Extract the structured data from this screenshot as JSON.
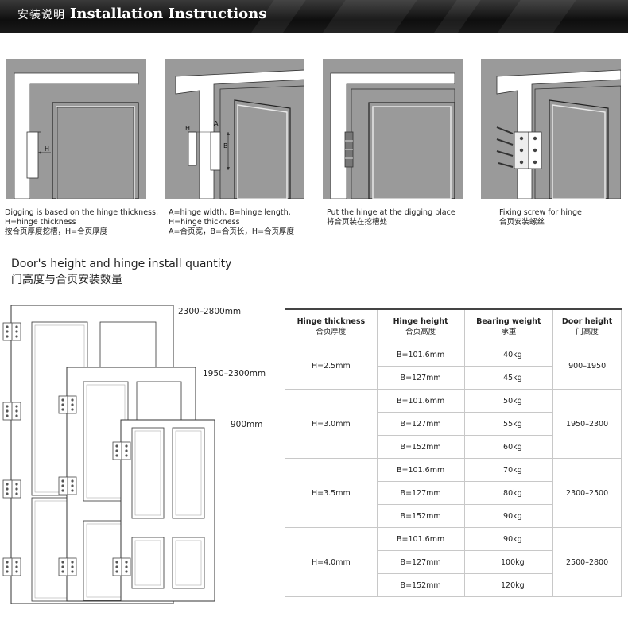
{
  "banner": {
    "title_cn": "安装说明",
    "title_en": "Installation Instructions"
  },
  "steps": [
    {
      "lines": [
        "Digging is based on the hinge thickness,",
        "H=hinge thickness",
        "按合页厚度挖槽，H=合页厚度"
      ],
      "labels": [
        "H"
      ]
    },
    {
      "lines": [
        "A=hinge width, B=hinge length,",
        "H=hinge thickness",
        "A=合页宽，B=合页长，H=合页厚度"
      ],
      "labels": [
        "H",
        "A",
        "B"
      ]
    },
    {
      "lines": [
        "Put the hinge at the digging place",
        "将合页装在挖槽处"
      ]
    },
    {
      "lines": [
        "Fixing screw for hinge",
        "合页安装螺丝"
      ]
    }
  ],
  "quantity": {
    "title_en": "Door's height and hinge install quantity",
    "title_cn": "门高度与合页安装数量",
    "doors": [
      "2300–2800mm",
      "1950–2300mm",
      "900mm"
    ]
  },
  "table": {
    "headers": [
      {
        "en": "Hinge thickness",
        "cn": "合页厚度"
      },
      {
        "en": "Hinge height",
        "cn": "合页高度"
      },
      {
        "en": "Bearing weight",
        "cn": "承重"
      },
      {
        "en": "Door height",
        "cn": "门高度"
      }
    ],
    "groups": [
      {
        "thickness": "H=2.5mm",
        "door": "900–1950",
        "rows": [
          {
            "h": "B=101.6mm",
            "w": "40kg"
          },
          {
            "h": "B=127mm",
            "w": "45kg"
          }
        ]
      },
      {
        "thickness": "H=3.0mm",
        "door": "1950–2300",
        "rows": [
          {
            "h": "B=101.6mm",
            "w": "50kg"
          },
          {
            "h": "B=127mm",
            "w": "55kg"
          },
          {
            "h": "B=152mm",
            "w": "60kg"
          }
        ]
      },
      {
        "thickness": "H=3.5mm",
        "door": "2300–2500",
        "rows": [
          {
            "h": "B=101.6mm",
            "w": "70kg"
          },
          {
            "h": "B=127mm",
            "w": "80kg"
          },
          {
            "h": "B=152mm",
            "w": "90kg"
          }
        ]
      },
      {
        "thickness": "H=4.0mm",
        "door": "2500–2800",
        "rows": [
          {
            "h": "B=101.6mm",
            "w": "90kg"
          },
          {
            "h": "B=127mm",
            "w": "100kg"
          },
          {
            "h": "B=152mm",
            "w": "120kg"
          }
        ]
      }
    ]
  }
}
